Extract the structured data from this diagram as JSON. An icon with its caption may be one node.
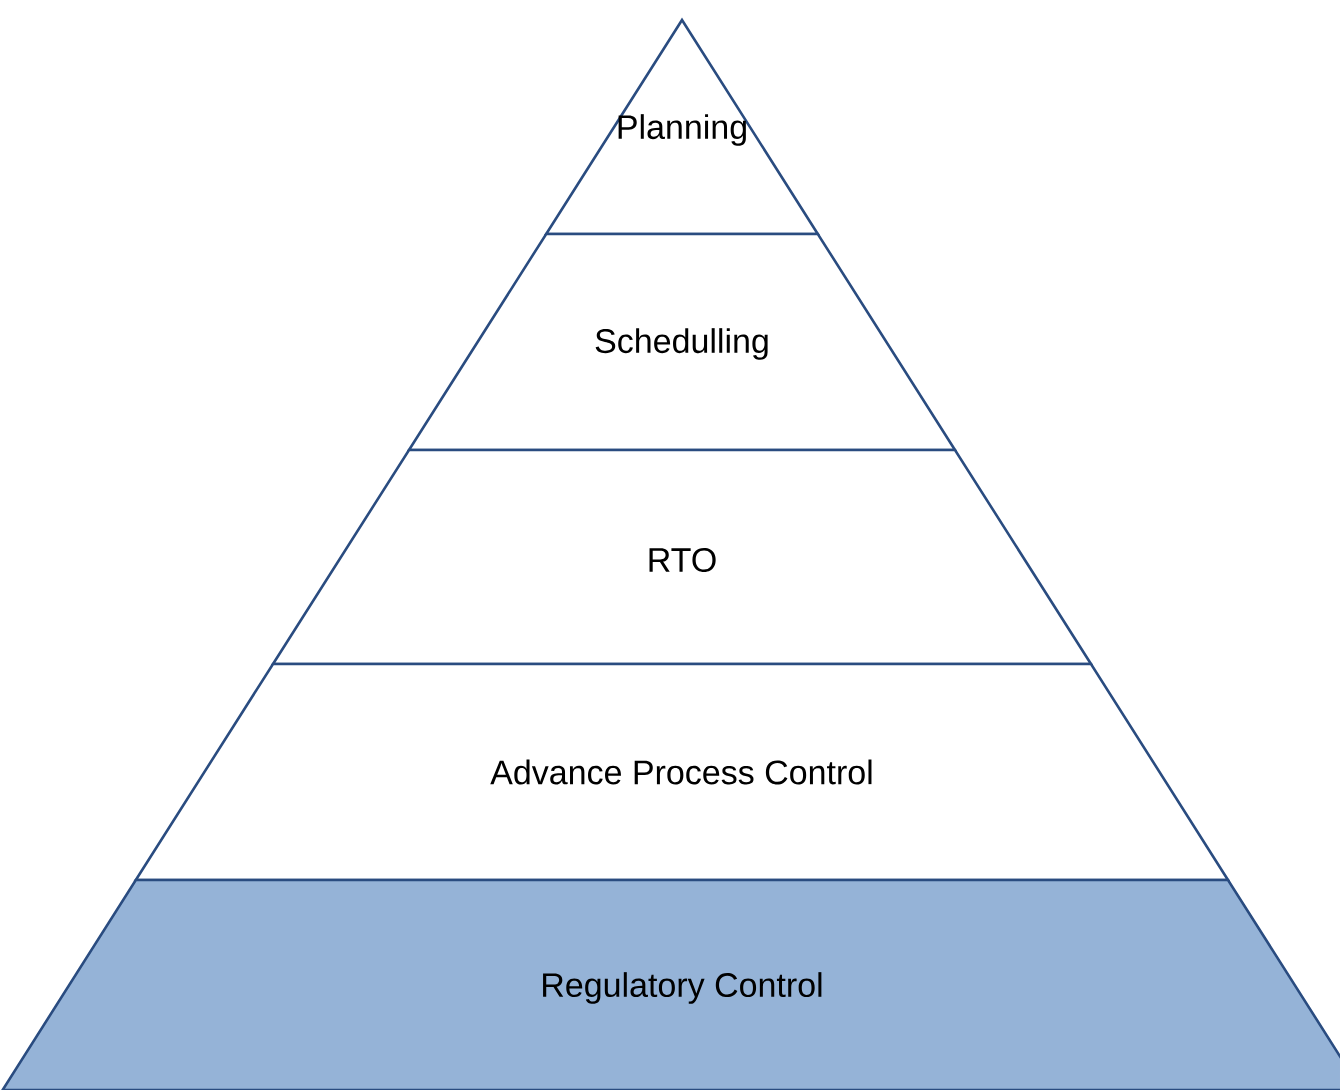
{
  "diagram": {
    "nodes": [
      {
        "text": [
          "Planning"
        ]
      },
      {
        "text": [
          "Schedulling"
        ]
      },
      {
        "text": [
          "RTO"
        ]
      },
      {
        "text": [
          "Advance Process Control"
        ]
      },
      {
        "text": [
          "Regulatory Control"
        ]
      }
    ]
  }
}
